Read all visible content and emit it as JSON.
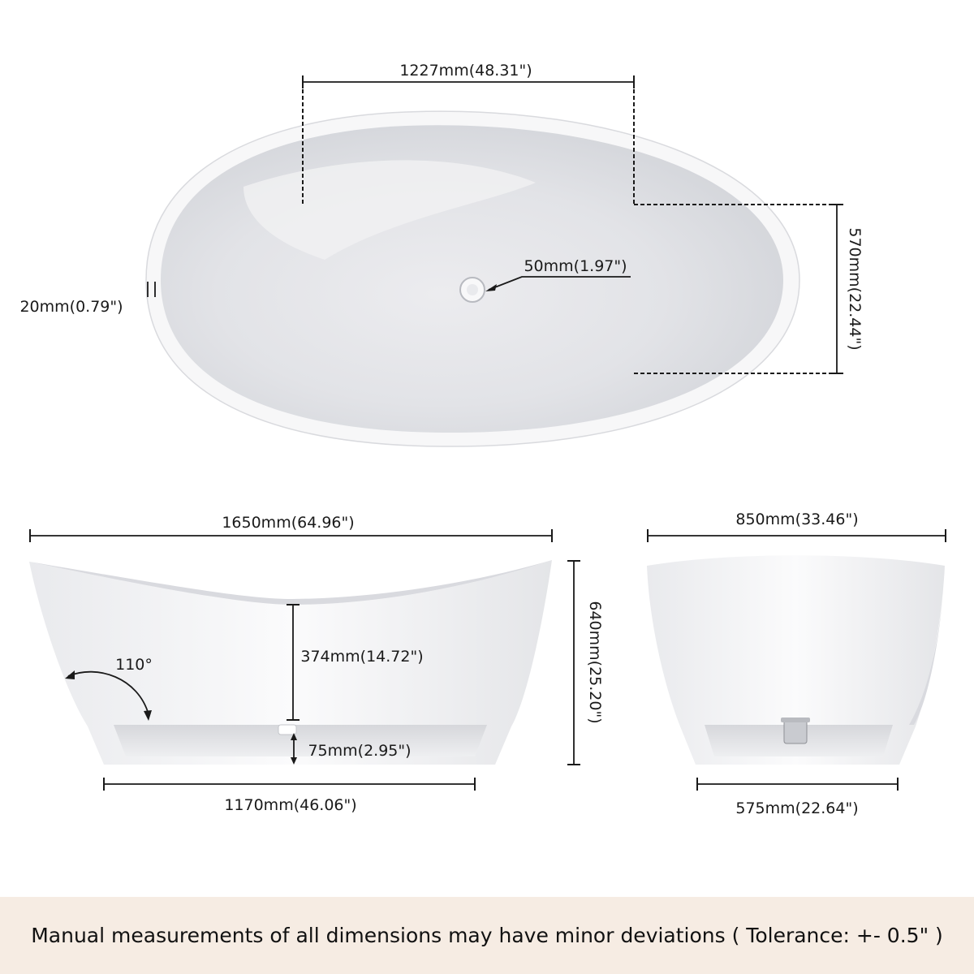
{
  "top_view": {
    "length_inner": "1227mm(48.31\")",
    "width_inner": "570mm(22.44\")",
    "drain": "50mm(1.97\")",
    "rim": "20mm(0.79\")"
  },
  "side_view": {
    "length_total": "1650mm(64.96\")",
    "depth": "374mm(14.72\")",
    "height": "640mm(25.20\")",
    "angle": "110°",
    "base_clearance": "75mm(2.95\")",
    "base_length": "1170mm(46.06\")"
  },
  "end_view": {
    "width_total": "850mm(33.46\")",
    "base_width": "575mm(22.64\")"
  },
  "footer": {
    "note": "Manual measurements of all dimensions may have minor deviations ( Tolerance: +- 0.5\" )"
  }
}
